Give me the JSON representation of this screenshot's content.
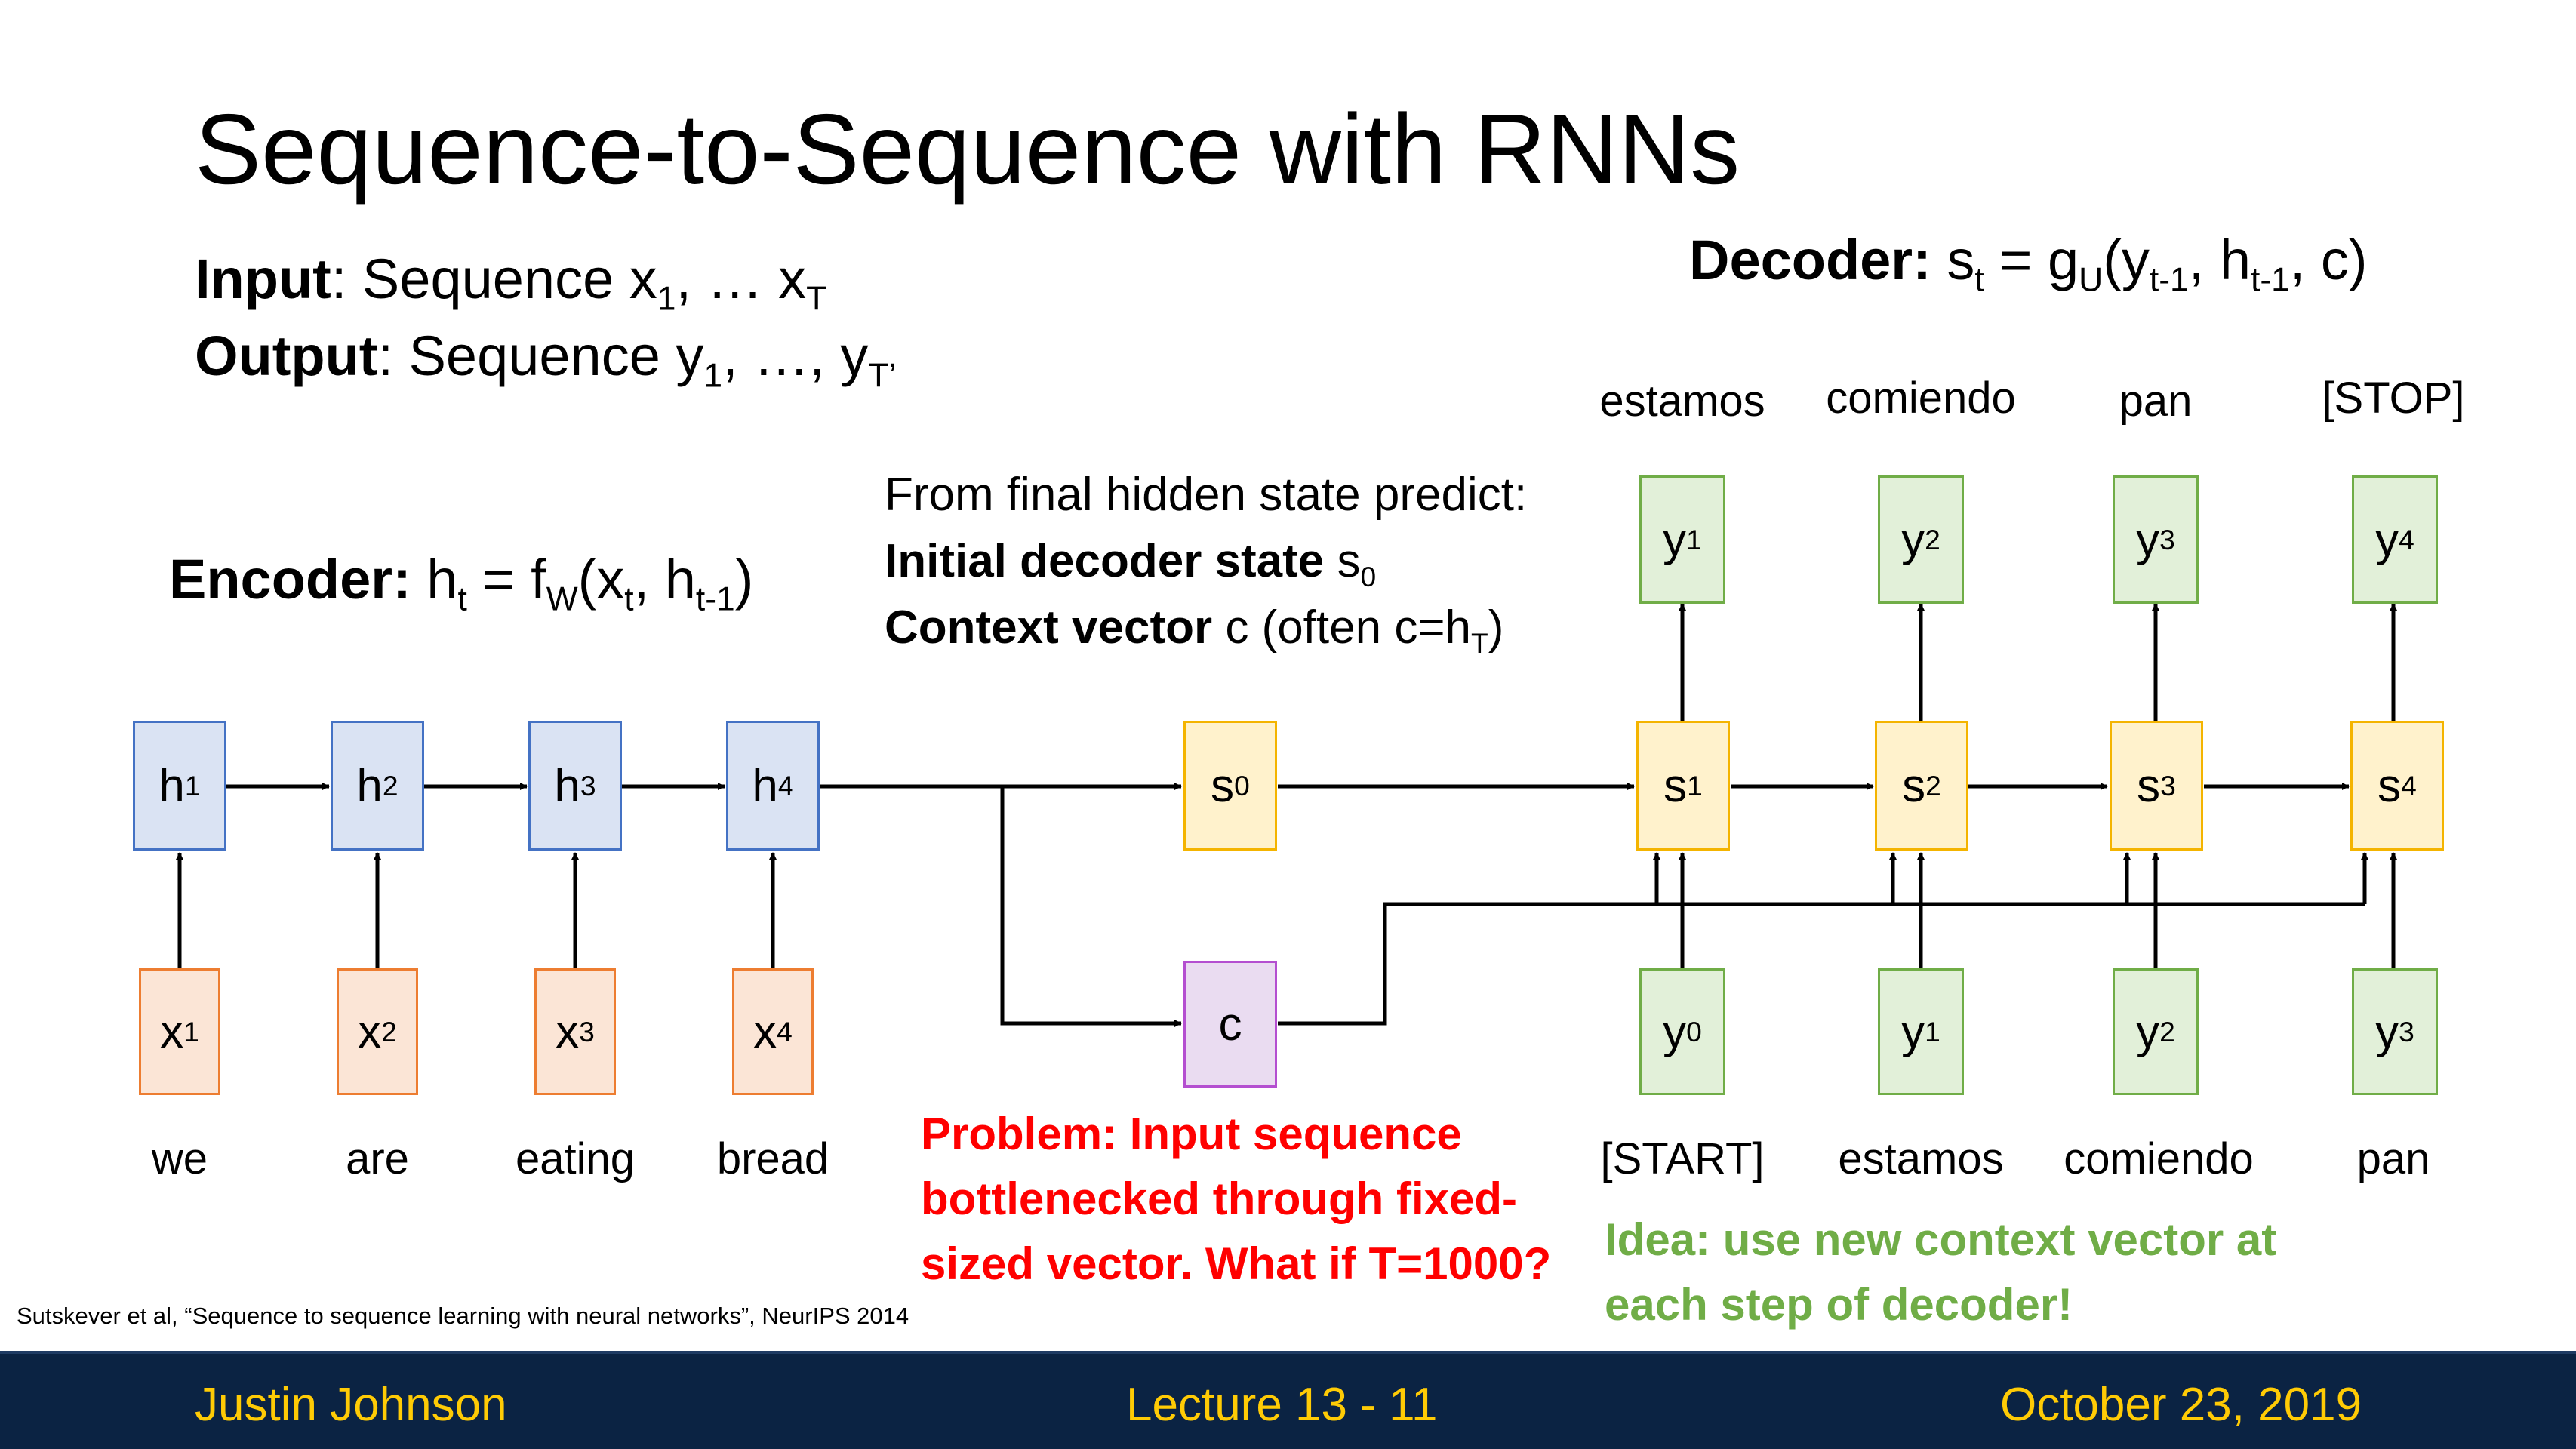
{
  "title": "Sequence-to-Sequence with RNNs",
  "io": {
    "input_label": "Input",
    "input_text": ": Sequence x",
    "input_sub1": "1",
    "input_mid": ", … x",
    "input_subT": "T",
    "output_label": "Output",
    "output_text": ": Sequence y",
    "output_sub1": "1",
    "output_mid": ", …, y",
    "output_subT": "T’"
  },
  "encoder_eq": {
    "label": "Encoder:",
    "a": " h",
    "a_sub": "t",
    "b": " = f",
    "b_sub": "W",
    "c": "(x",
    "c_sub": "t",
    "d": ", h",
    "d_sub": "t-1",
    "e": ")"
  },
  "decoder_eq": {
    "label": "Decoder:",
    "a": " s",
    "a_sub": "t",
    "b": " = g",
    "b_sub": "U",
    "c": "(y",
    "c_sub": "t-1",
    "d": ", h",
    "d_sub": "t-1",
    "e": ", c)"
  },
  "predict": {
    "line1": "From final hidden state predict:",
    "line2_bold": "Initial decoder state",
    "line2_rest": " s",
    "line2_sub": "0",
    "line3_bold": "Context vector",
    "line3_rest": " c (often c=h",
    "line3_sub": "T",
    "line3_end": ")"
  },
  "encoder": {
    "hidden": [
      {
        "base": "h",
        "sub": "1"
      },
      {
        "base": "h",
        "sub": "2"
      },
      {
        "base": "h",
        "sub": "3"
      },
      {
        "base": "h",
        "sub": "4"
      }
    ],
    "inputs": [
      {
        "base": "x",
        "sub": "1"
      },
      {
        "base": "x",
        "sub": "2"
      },
      {
        "base": "x",
        "sub": "3"
      },
      {
        "base": "x",
        "sub": "4"
      }
    ],
    "words": [
      "we",
      "are",
      "eating",
      "bread"
    ]
  },
  "bridge": {
    "s0": {
      "base": "s",
      "sub": "0"
    },
    "c": "c"
  },
  "decoder": {
    "states": [
      {
        "base": "s",
        "sub": "1"
      },
      {
        "base": "s",
        "sub": "2"
      },
      {
        "base": "s",
        "sub": "3"
      },
      {
        "base": "s",
        "sub": "4"
      }
    ],
    "outputs": [
      {
        "base": "y",
        "sub": "1"
      },
      {
        "base": "y",
        "sub": "2"
      },
      {
        "base": "y",
        "sub": "3"
      },
      {
        "base": "y",
        "sub": "4"
      }
    ],
    "inputs": [
      {
        "base": "y",
        "sub": "0"
      },
      {
        "base": "y",
        "sub": "1"
      },
      {
        "base": "y",
        "sub": "2"
      },
      {
        "base": "y",
        "sub": "3"
      }
    ],
    "top_words": [
      "estamos",
      "comiendo",
      "pan",
      "[STOP]"
    ],
    "bottom_words": [
      "[START]",
      "estamos",
      "comiendo",
      "pan"
    ]
  },
  "problem": "Problem: Input sequence bottlenecked through fixed-sized vector. What if T=1000?",
  "idea": "Idea: use new context vector at each step of decoder!",
  "citation": "Sutskever et al, “Sequence to sequence learning with neural networks”, NeurIPS 2014",
  "footer": {
    "author": "Justin Johnson",
    "lecture": "Lecture 13 - 11",
    "date": "October 23, 2019"
  },
  "colors": {
    "encoder_hidden_fill": "#dae3f3",
    "encoder_input_fill": "#fbe5d6",
    "decoder_state_fill": "#fff2cc",
    "decoder_io_fill": "#e2f0d9",
    "context_fill": "#eadcf1",
    "problem_text": "#ff0000",
    "idea_text": "#70ad47",
    "footer_bg": "#0b2343",
    "footer_text": "#ffcb05"
  }
}
